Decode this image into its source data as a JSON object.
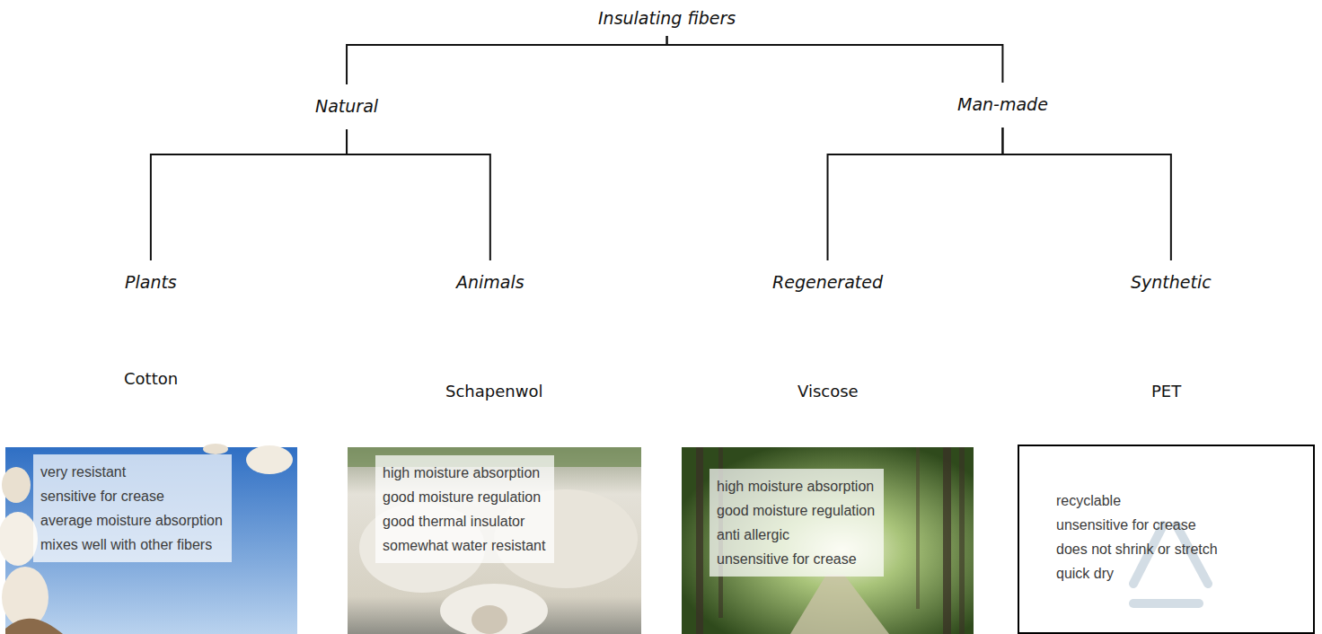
{
  "diagram": {
    "nodes": [
      {
        "text": [
          "Insulating fibers"
        ]
      },
      {
        "text": [
          "Natural"
        ]
      },
      {
        "text": [
          "Man-made"
        ]
      },
      {
        "text": [
          "Plants"
        ]
      },
      {
        "text": [
          "Animals"
        ]
      },
      {
        "text": [
          "Regenerated"
        ]
      },
      {
        "text": [
          "Synthetic"
        ]
      },
      {
        "text": [
          "Cotton",
          "very resistant",
          "sensitive for crease",
          "average moisture absorption",
          "mixes well with other fibers"
        ]
      },
      {
        "text": [
          "Schapenwol",
          "high moisture absorption",
          "good moisture regulation",
          "good thermal insulator",
          "somewhat water resistant"
        ]
      },
      {
        "text": [
          "Viscose",
          "high moisture absorption",
          "good moisture regulation",
          "anti allergic",
          "unsensitive for crease"
        ]
      },
      {
        "text": [
          "PET",
          "recyclable",
          "unsensitive for crease",
          "does not shrink or stretch",
          "quick dry"
        ]
      }
    ],
    "edges": [
      {
        "from": 0,
        "to": 1,
        "arrow": "none"
      },
      {
        "from": 0,
        "to": 2,
        "arrow": "none"
      },
      {
        "from": 1,
        "to": 3,
        "arrow": "none"
      },
      {
        "from": 1,
        "to": 4,
        "arrow": "none"
      },
      {
        "from": 2,
        "to": 5,
        "arrow": "none"
      },
      {
        "from": 2,
        "to": 6,
        "arrow": "none"
      }
    ]
  }
}
